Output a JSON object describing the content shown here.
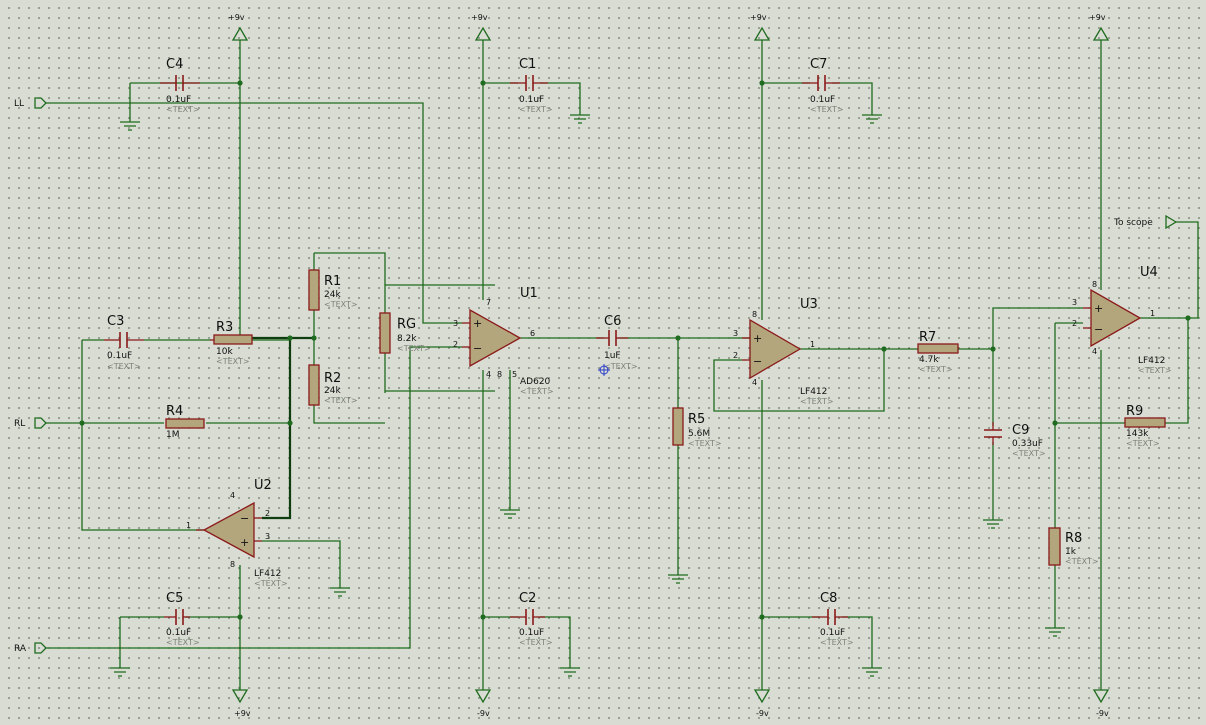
{
  "labels": {
    "ll": "LL",
    "rl": "RL",
    "ra": "RA",
    "to_scope": "To scope"
  },
  "power": {
    "pos": "+9v",
    "neg": "-9v"
  },
  "text_placeholder": "<TEXT>",
  "pin_labels": {
    "plus": "+",
    "minus": "−"
  },
  "amplifiers": [
    {
      "ref": "U1",
      "part": "AD620",
      "pins": [
        "3",
        "2",
        "6",
        "7",
        "4",
        "8",
        "5"
      ]
    },
    {
      "ref": "U2",
      "part": "LF412",
      "pins": [
        "2",
        "3",
        "1",
        "4",
        "8"
      ]
    },
    {
      "ref": "U3",
      "part": "LF412",
      "pins": [
        "3",
        "2",
        "1",
        "8",
        "4"
      ]
    },
    {
      "ref": "U4",
      "part": "LF412",
      "pins": [
        "3",
        "2",
        "1",
        "8",
        "4"
      ]
    }
  ],
  "resistors": [
    {
      "ref": "R1",
      "value": "24k"
    },
    {
      "ref": "R2",
      "value": "24k"
    },
    {
      "ref": "RG",
      "value": "8.2k"
    },
    {
      "ref": "R3",
      "value": "10k"
    },
    {
      "ref": "R4",
      "value": "1M"
    },
    {
      "ref": "R5",
      "value": "5.6M"
    },
    {
      "ref": "R7",
      "value": "4.7k"
    },
    {
      "ref": "R8",
      "value": "1k"
    },
    {
      "ref": "R9",
      "value": "143k"
    }
  ],
  "capacitors": [
    {
      "ref": "C4",
      "value": "0.1uF"
    },
    {
      "ref": "C1",
      "value": "0.1uF"
    },
    {
      "ref": "C7",
      "value": "0.1uF"
    },
    {
      "ref": "C3",
      "value": "0.1uF"
    },
    {
      "ref": "C5",
      "value": "0.1uF"
    },
    {
      "ref": "C2",
      "value": "0.1uF"
    },
    {
      "ref": "C8",
      "value": "0.1uF"
    },
    {
      "ref": "C6",
      "value": "1uF"
    },
    {
      "ref": "C9",
      "value": "0.33uF"
    }
  ]
}
